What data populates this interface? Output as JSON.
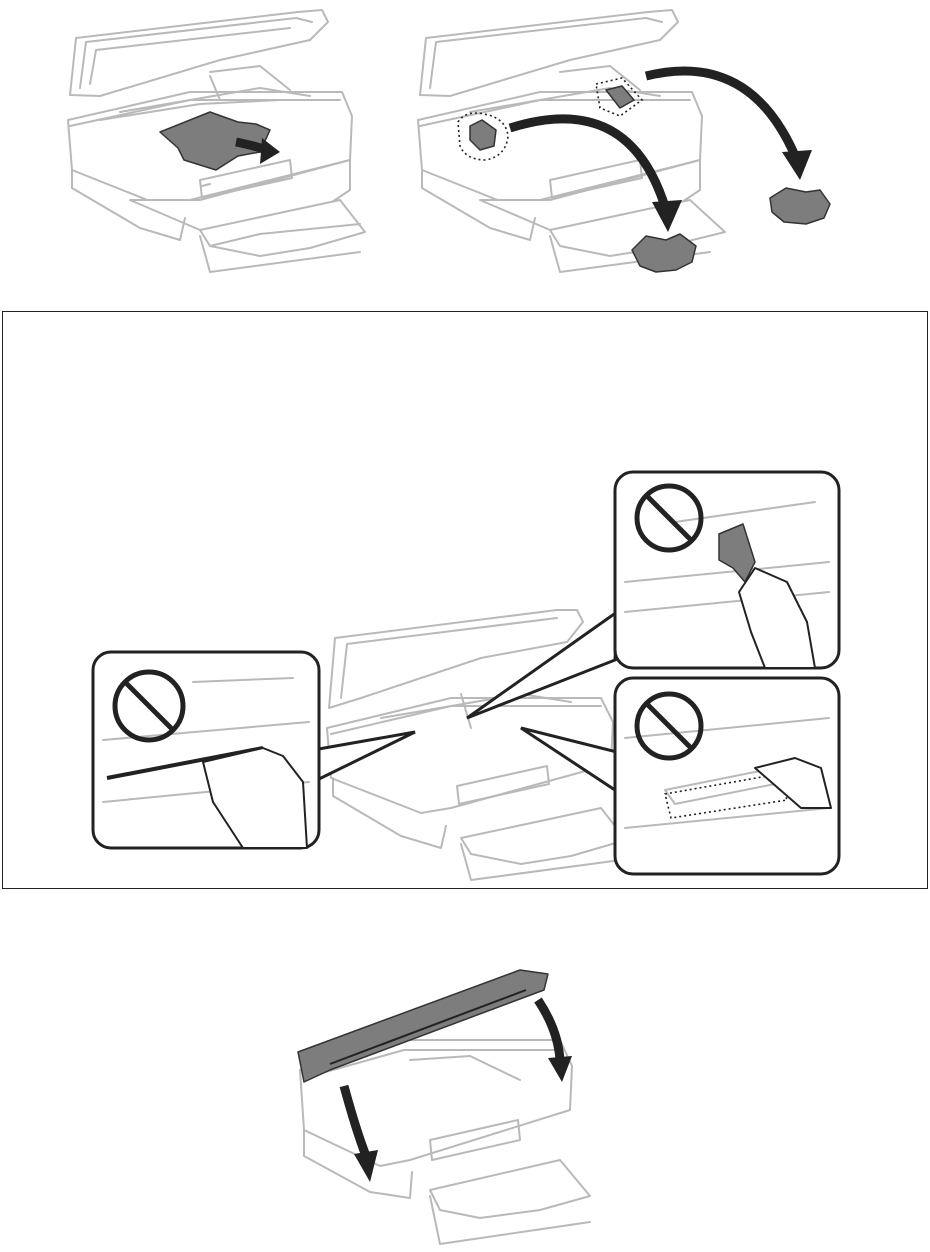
{
  "figures": [
    {
      "id": "remove-jammed-paper-inside",
      "icon": "printer-open-scanner-unit-icon"
    },
    {
      "id": "remove-torn-paper-pieces",
      "icon": "printer-torn-paper-icon"
    },
    {
      "id": "caution-do-not-touch",
      "icon": "printer-do-not-touch-icon"
    },
    {
      "id": "close-scanner-unit",
      "icon": "printer-close-scanner-icon"
    }
  ],
  "colors": {
    "line": "#b9b9b9",
    "dark": "#222222",
    "paper": "#7d7d7d",
    "background": "#ffffff"
  }
}
